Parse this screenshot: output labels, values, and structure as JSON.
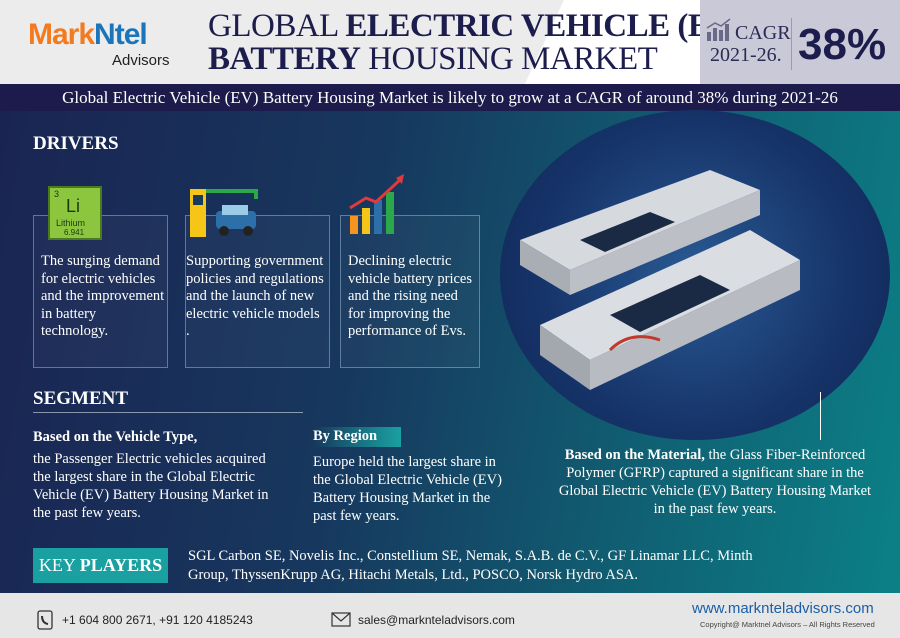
{
  "brand": {
    "name_part1": "Mark",
    "name_part2": "Ntel",
    "sub": "Advisors"
  },
  "title": {
    "line1_light": "GLOBAL ",
    "line1_bold": "ELECTRIC VEHICLE (EV)",
    "line2_bold": "BATTERY",
    "line2_light": " HOUSING MARKET"
  },
  "cagr": {
    "label": "CAGR",
    "period": "2021-26.",
    "value": "38%"
  },
  "subtitle": "Global Electric Vehicle (EV) Battery Housing Market is likely to grow at a CAGR of around 38% during 2021-26",
  "drivers": {
    "heading": "DRIVERS",
    "items": [
      {
        "icon": "lithium-element-icon",
        "text": "The surging demand for electric vehicles and the improvement in battery technology.",
        "icon_text": {
          "num": "3",
          "sym": "Li",
          "name": "Lithium",
          "mass": "6.941"
        }
      },
      {
        "icon": "ev-charging-station-icon",
        "text": "Supporting government policies and regulations and the launch of new electric vehicle models ."
      },
      {
        "icon": "rising-bar-chart-icon",
        "text": "Declining electric vehicle battery prices and the rising need for improving the performance of Evs."
      }
    ]
  },
  "segment": {
    "heading": "SEGMENT",
    "vehicle_type": {
      "label": "Based on the Vehicle Type,",
      "text": "the Passenger Electric vehicles acquired the largest share in the Global Electric Vehicle (EV) Battery Housing Market in the past few years."
    },
    "region": {
      "label": "By Region",
      "text": "Europe held the largest share in the Global Electric Vehicle (EV) Battery Housing Market in the past few years."
    },
    "material": {
      "label": "Based on the Material,",
      "text": " the Glass Fiber-Reinforced Polymer (GFRP) captured a significant share in the Global Electric Vehicle (EV) Battery Housing Market in the past few years."
    }
  },
  "key_players": {
    "label_light": "KEY ",
    "label_bold": "PLAYERS",
    "text": "SGL Carbon SE, Novelis Inc., Constellium SE, Nemak, S.A.B. de C.V., GF Linamar LLC, Minth Group, ThyssenKrupp AG, Hitachi Metals, Ltd., POSCO, Norsk Hydro ASA."
  },
  "footer": {
    "phone": "+1 604 800 2671, +91 120 4185243",
    "email": "sales@marknteladvisors.com",
    "website": "www.marknteladvisors.com",
    "copyright": "Copyright@ Marktnel Advisors – All Rights Reserved"
  },
  "colors": {
    "navy": "#1c1b4b",
    "teal": "#1aa0a0",
    "orange": "#f47a20",
    "blue": "#1b75bb"
  }
}
